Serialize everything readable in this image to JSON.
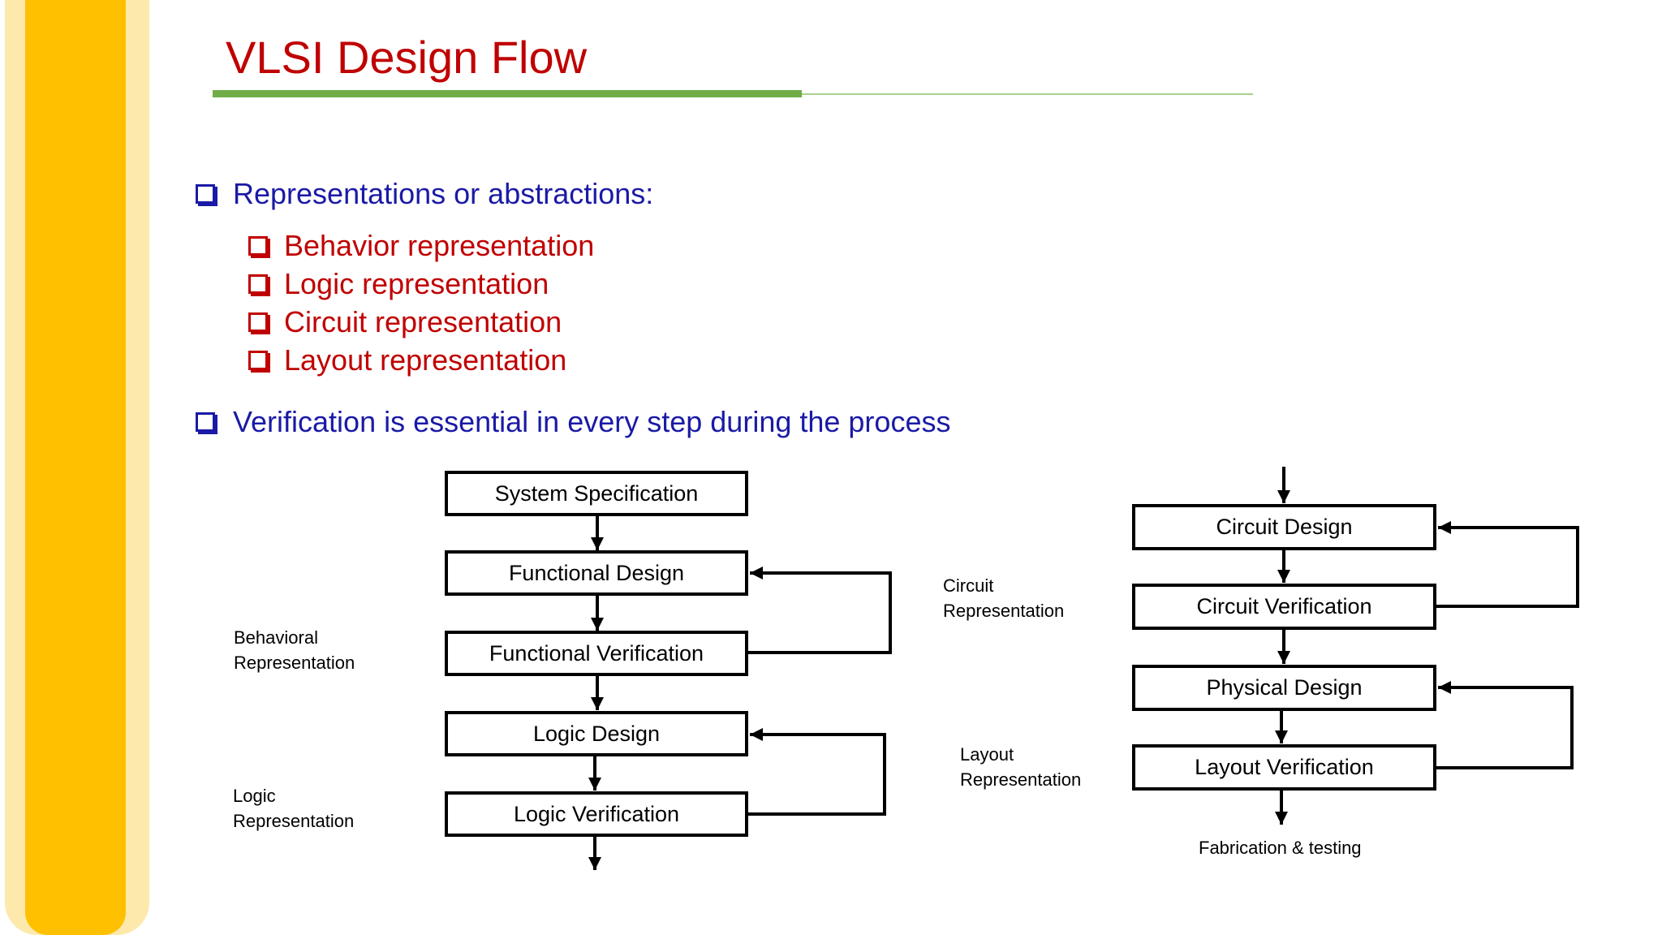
{
  "slide": {
    "title": "VLSI Design Flow",
    "bullets": {
      "representations": "Representations or abstractions:",
      "sub_items": [
        "Behavior representation",
        "Logic representation",
        "Circuit representation",
        "Layout representation"
      ],
      "verification": "Verification is essential in every step during the process"
    }
  },
  "flow_left": {
    "system_spec": "System Specification",
    "functional_design": "Functional Design",
    "functional_verification": "Functional Verification",
    "logic_design": "Logic Design",
    "logic_verification": "Logic Verification",
    "behavioral_label": [
      "Behavioral",
      "Representation"
    ],
    "logic_label": [
      "Logic",
      "Representation"
    ]
  },
  "flow_right": {
    "circuit_design": "Circuit Design",
    "circuit_verification": "Circuit Verification",
    "physical_design": "Physical Design",
    "layout_verification": "Layout Verification",
    "fabrication": "Fabrication & testing",
    "circuit_label": [
      "Circuit",
      "Representation"
    ],
    "layout_label": [
      "Layout",
      "Representation"
    ]
  },
  "colors": {
    "title": "#c00000",
    "level1_text": "#1a1aa6",
    "level2_text": "#c00000",
    "accent_rule": "#70ad47",
    "sidebar_outer": "#fde9ac",
    "sidebar_inner": "#ffc000"
  }
}
